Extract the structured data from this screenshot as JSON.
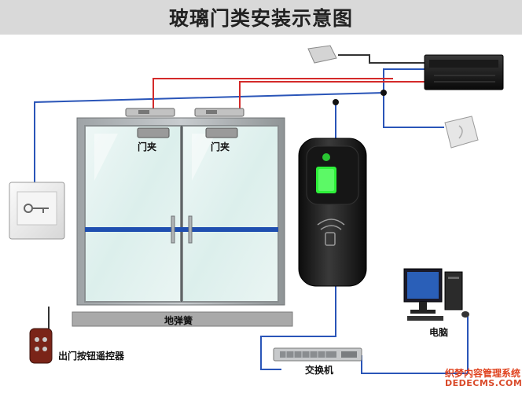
{
  "title": "玻璃门类安装示意图",
  "labels": {
    "door_clamp_left": "门夹",
    "door_clamp_right": "门夹",
    "floor_spring": "地弹簧",
    "exit_remote": "出门按钮遥控器",
    "computer": "电脑",
    "switch": "交换机"
  },
  "watermark": {
    "line1": "织梦内容管理系统",
    "line2": "DEDECMS.COM"
  },
  "colors": {
    "red_wire": "#d42a2a",
    "blue_wire": "#2a55b8",
    "header_bg": "#d9d9d9",
    "reader_body": "#1c1c1c",
    "reader_window": "#2ef03a",
    "door_bar": "#1f4fb0"
  },
  "icons": [
    "exit-button-icon",
    "power-supply-icon",
    "card-reader-icon",
    "fingerprint-reader-icon",
    "remote-control-icon",
    "computer-icon",
    "network-switch-icon",
    "magnetic-lock-icon"
  ]
}
